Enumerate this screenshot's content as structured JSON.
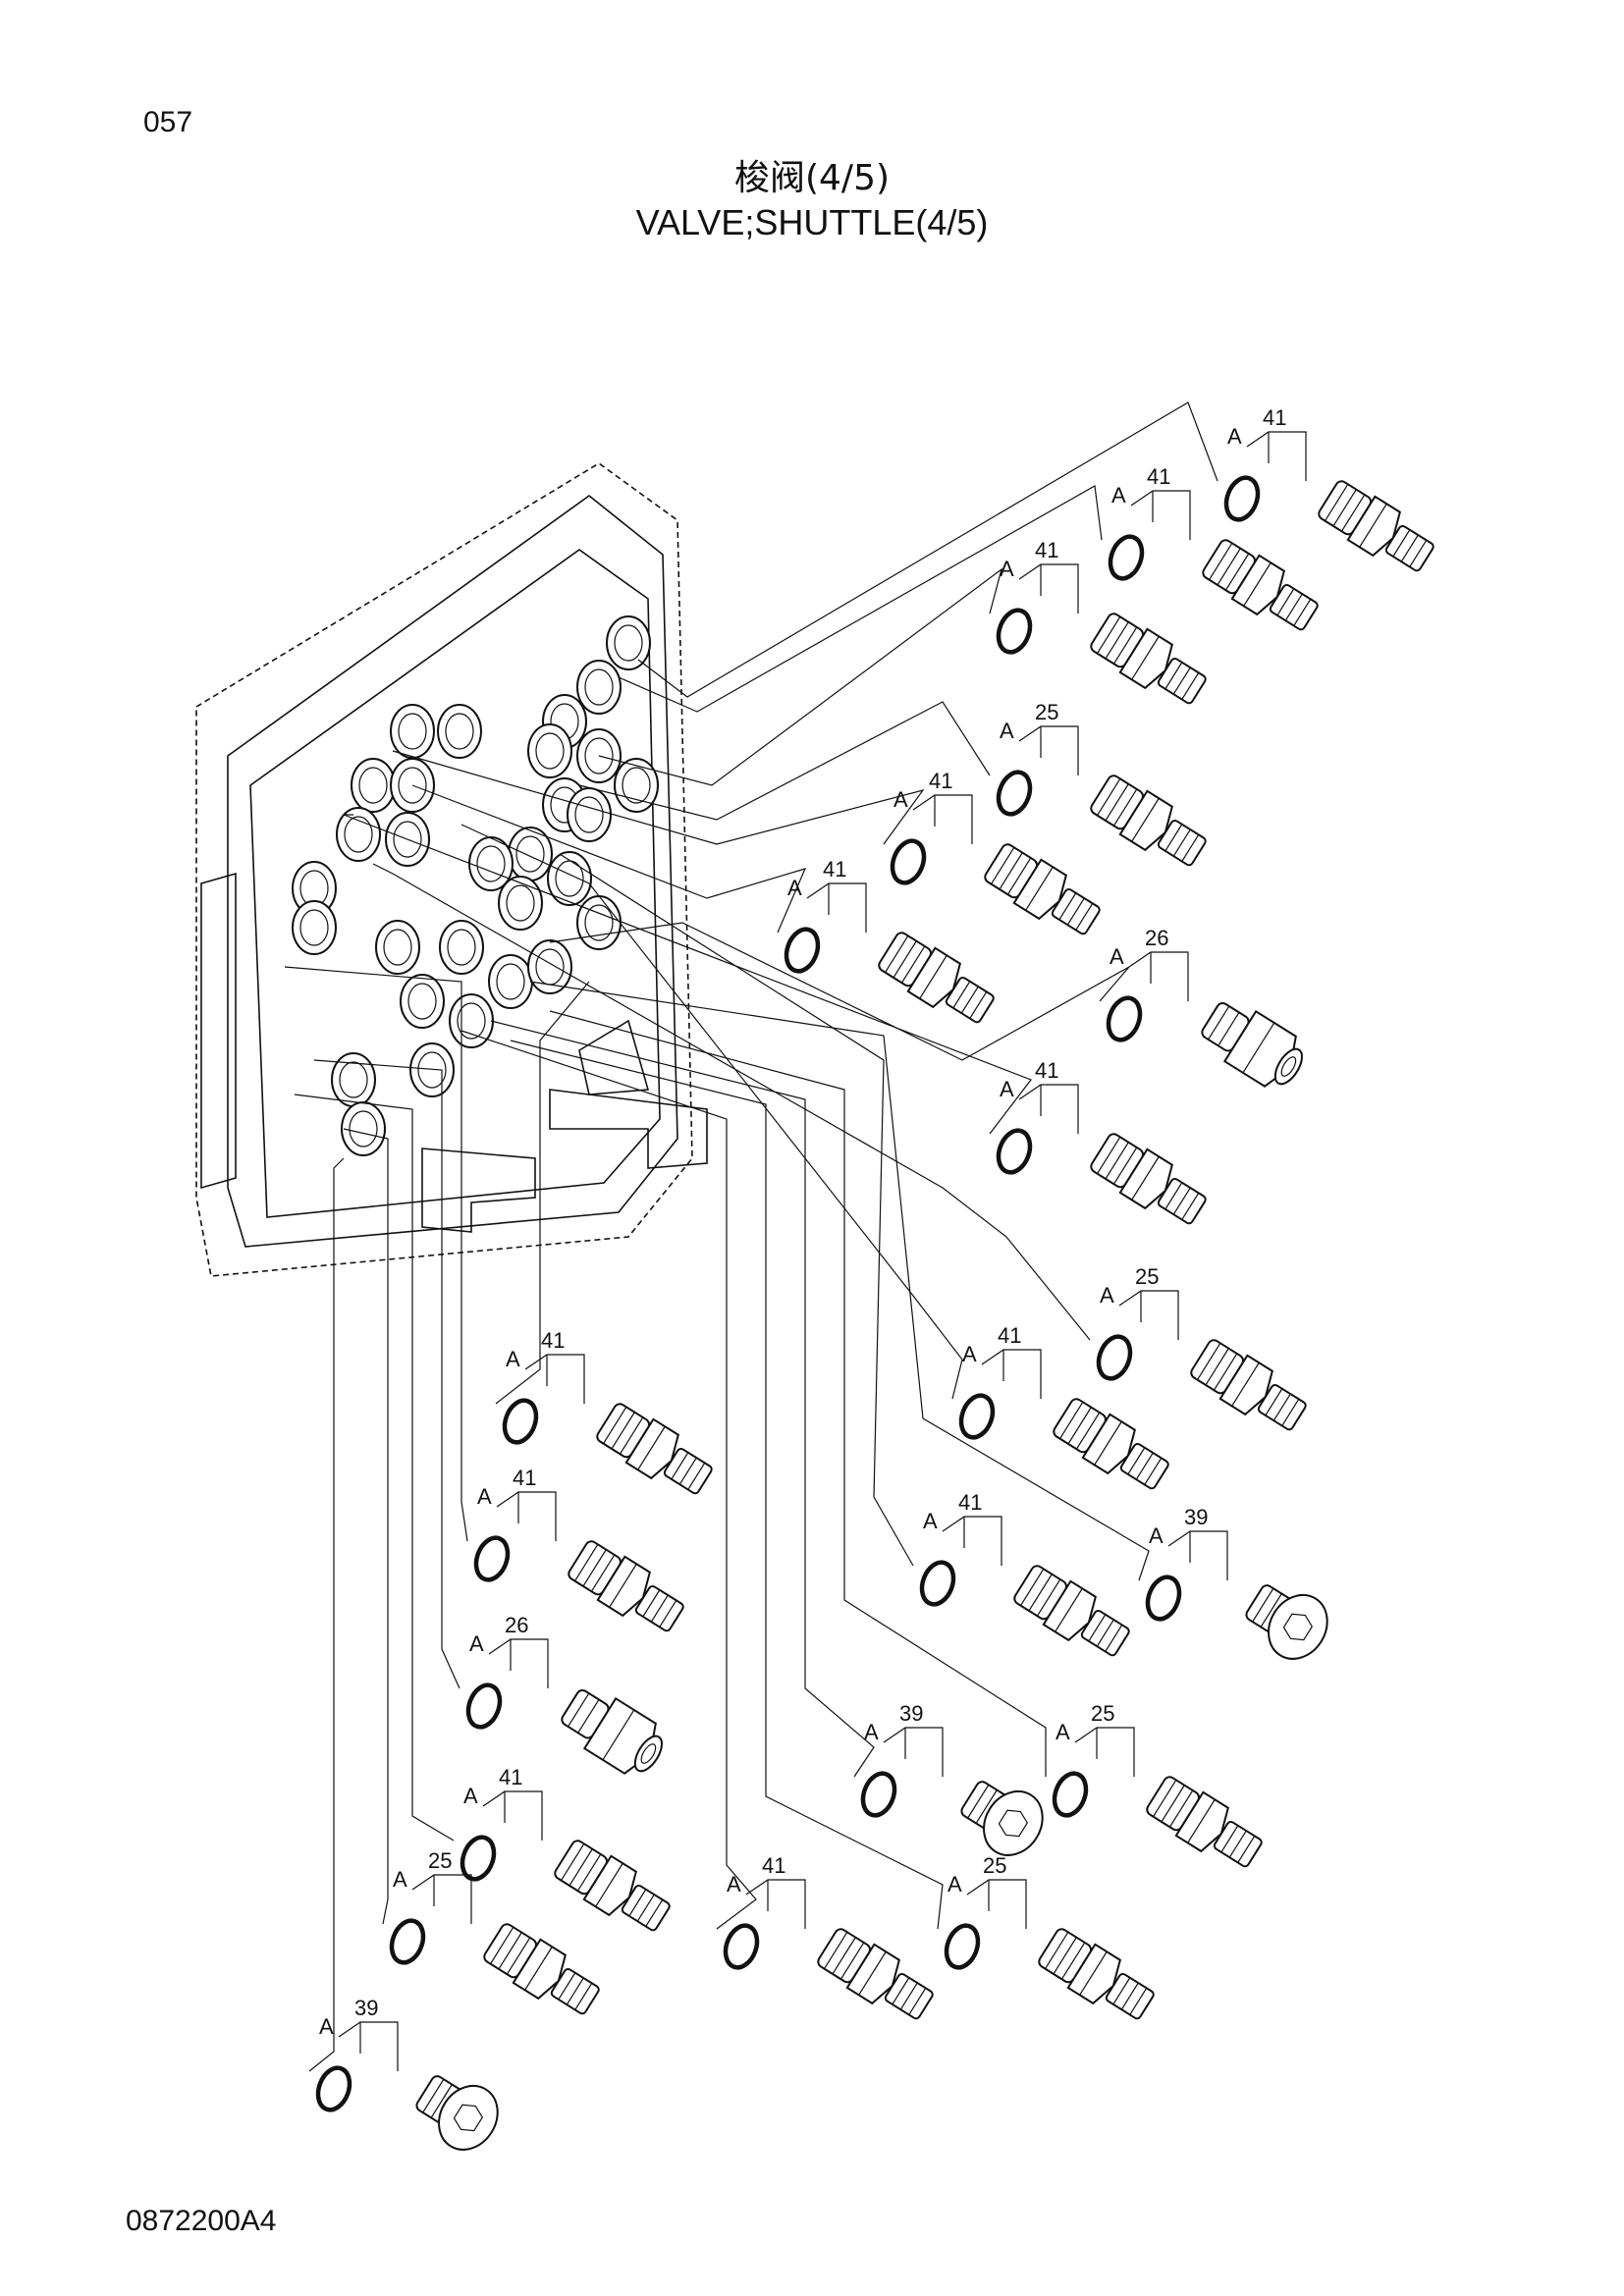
{
  "header": {
    "page_number": "057",
    "title_cn": "梭阀(4/5)",
    "title_en": "VALVE;SHUTTLE(4/5)"
  },
  "footer": {
    "drawing_code": "0872200A4"
  },
  "legend": {
    "oring_label": "A"
  },
  "parts": [
    {
      "type": "fitting",
      "number": "41"
    },
    {
      "type": "fitting",
      "number": "41"
    },
    {
      "type": "fitting",
      "number": "41"
    },
    {
      "type": "fitting",
      "number": "25"
    },
    {
      "type": "fitting",
      "number": "41"
    },
    {
      "type": "fitting",
      "number": "41"
    },
    {
      "type": "union",
      "number": "26"
    },
    {
      "type": "fitting",
      "number": "41"
    },
    {
      "type": "fitting",
      "number": "25"
    },
    {
      "type": "fitting",
      "number": "41"
    },
    {
      "type": "plug",
      "number": "39"
    },
    {
      "type": "fitting",
      "number": "41"
    },
    {
      "type": "fitting",
      "number": "41"
    },
    {
      "type": "fitting",
      "number": "41"
    },
    {
      "type": "fitting",
      "number": "25"
    },
    {
      "type": "union",
      "number": "26"
    },
    {
      "type": "plug",
      "number": "39"
    },
    {
      "type": "fitting",
      "number": "41"
    },
    {
      "type": "fitting",
      "number": "41"
    },
    {
      "type": "fitting",
      "number": "25"
    },
    {
      "type": "fitting",
      "number": "25"
    },
    {
      "type": "plug",
      "number": "39"
    }
  ]
}
